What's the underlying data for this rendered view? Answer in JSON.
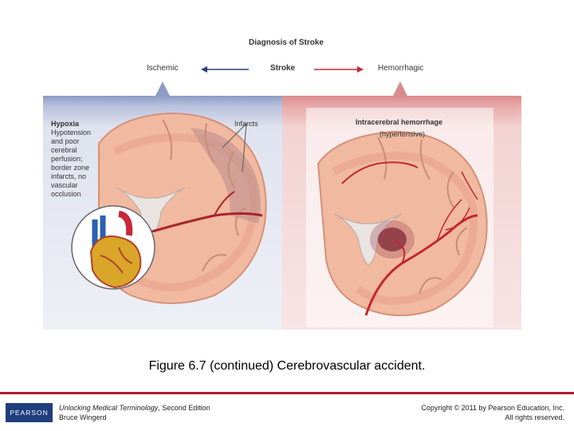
{
  "figure": {
    "title": "Diagnosis of Stroke",
    "left_label": "Ischemic",
    "center_label": "Stroke",
    "right_label": "Hemorrhagic",
    "left_panel": {
      "heading": "Hypoxia",
      "text_lines": [
        "Hypotension",
        "and poor",
        "cerebral",
        "perfusion;",
        "border zone",
        "infarcts, no",
        "vascular",
        "occlusion"
      ],
      "pointer_label": "Infarcts"
    },
    "right_panel": {
      "heading": "Intracerebral hemorrhage",
      "subheading": "(hypertensive)"
    },
    "colors": {
      "ischemic_arrow": "#2b3f7d",
      "hemorrhagic_arrow": "#c8283a"
    }
  },
  "caption": {
    "text": "Figure 6.7 (continued)   Cerebrovascular accident."
  },
  "footer": {
    "logo_text": "PEARSON",
    "book_title": "Unlocking Medical Terminology",
    "book_edition": ", Second Edition",
    "author": "Bruce Wingerd",
    "copyright": "Copyright © 2011 by Pearson Education, Inc.",
    "rights": "All rights reserved."
  }
}
